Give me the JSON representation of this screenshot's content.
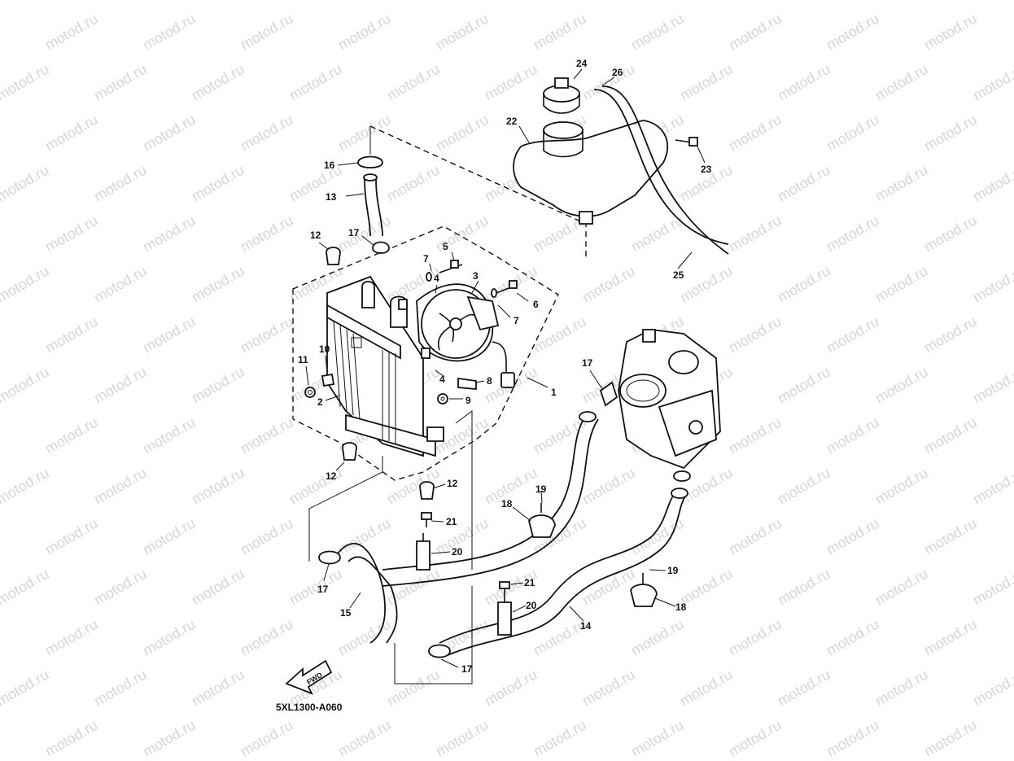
{
  "watermark": "motod.ru",
  "diagram_code": "5XL1300-A060",
  "fwd_label": "FWD",
  "callouts": [
    "1",
    "2",
    "3",
    "4",
    "4",
    "5",
    "6",
    "7",
    "7",
    "8",
    "9",
    "10",
    "11",
    "12",
    "12",
    "12",
    "13",
    "14",
    "15",
    "16",
    "17",
    "17",
    "17",
    "17",
    "18",
    "18",
    "19",
    "19",
    "20",
    "20",
    "21",
    "21",
    "22",
    "23",
    "24",
    "25",
    "26"
  ]
}
